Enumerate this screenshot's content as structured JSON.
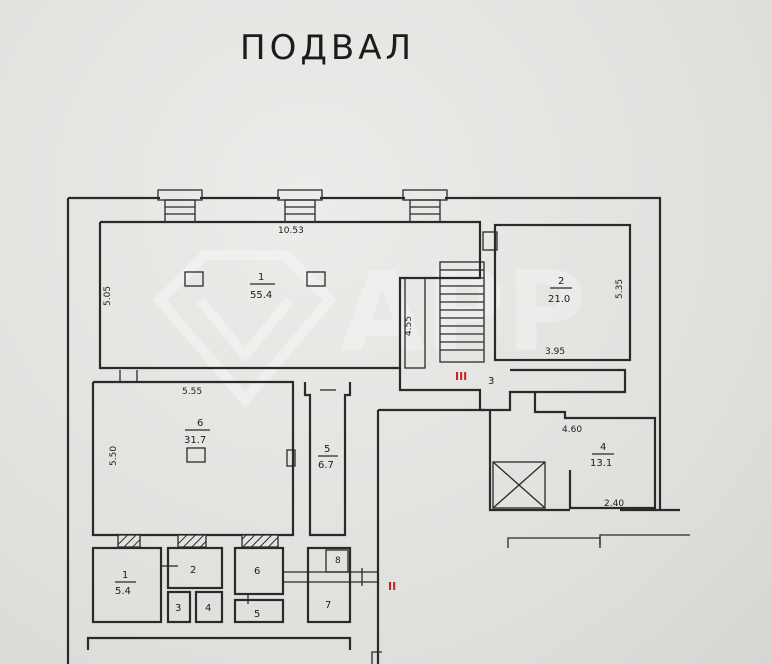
{
  "title": "ПОДВАЛ",
  "watermark": "APP",
  "rooms": [
    {
      "id": "1",
      "area": "55.4",
      "dim": "10.53",
      "side": "5.05"
    },
    {
      "id": "2",
      "area": "21.0",
      "dim": "3.95",
      "side": "5.35"
    },
    {
      "id": "3",
      "label": "3"
    },
    {
      "id": "4",
      "area": "13.1",
      "dim": "4.60",
      "dim2": "2.40"
    },
    {
      "id": "5",
      "area": "6.7"
    },
    {
      "id": "6",
      "area": "31.7",
      "dim": "5.55",
      "side": "5.50"
    },
    {
      "id": "1",
      "area": "5.4"
    },
    {
      "id": "2"
    },
    {
      "id": "3"
    },
    {
      "id": "4"
    },
    {
      "id": "5"
    },
    {
      "id": "6"
    },
    {
      "id": "7"
    },
    {
      "id": "8"
    }
  ],
  "stair_dim": "4.55",
  "markers": {
    "m1": "III",
    "m2": "II"
  }
}
